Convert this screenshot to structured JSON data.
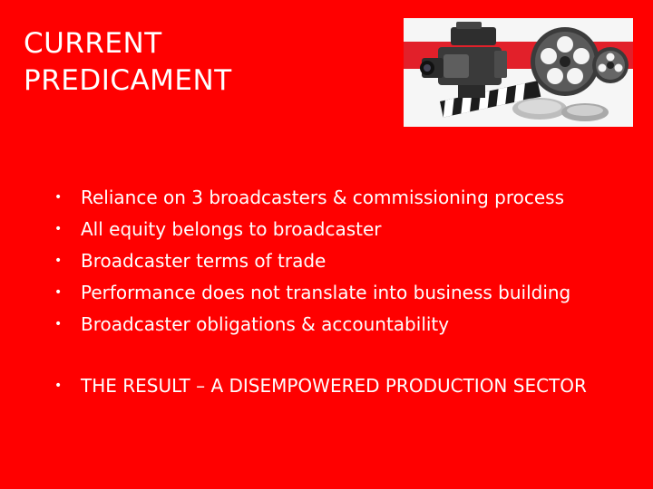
{
  "slide": {
    "title": "CURRENT\nPREDICAMENT",
    "bullet_glyph": "•",
    "bullets": [
      "Reliance on 3 broadcasters & commissioning process",
      "All equity belongs to broadcaster",
      "Broadcaster terms of trade",
      "Performance does not translate into business building",
      "Broadcaster obligations & accountability"
    ],
    "result": "THE RESULT – A DISEMPOWERED PRODUCTION SECTOR"
  },
  "colors": {
    "background": "#ff0000",
    "text": "#ffffff"
  },
  "image": {
    "icon": "film-camera-icon"
  }
}
